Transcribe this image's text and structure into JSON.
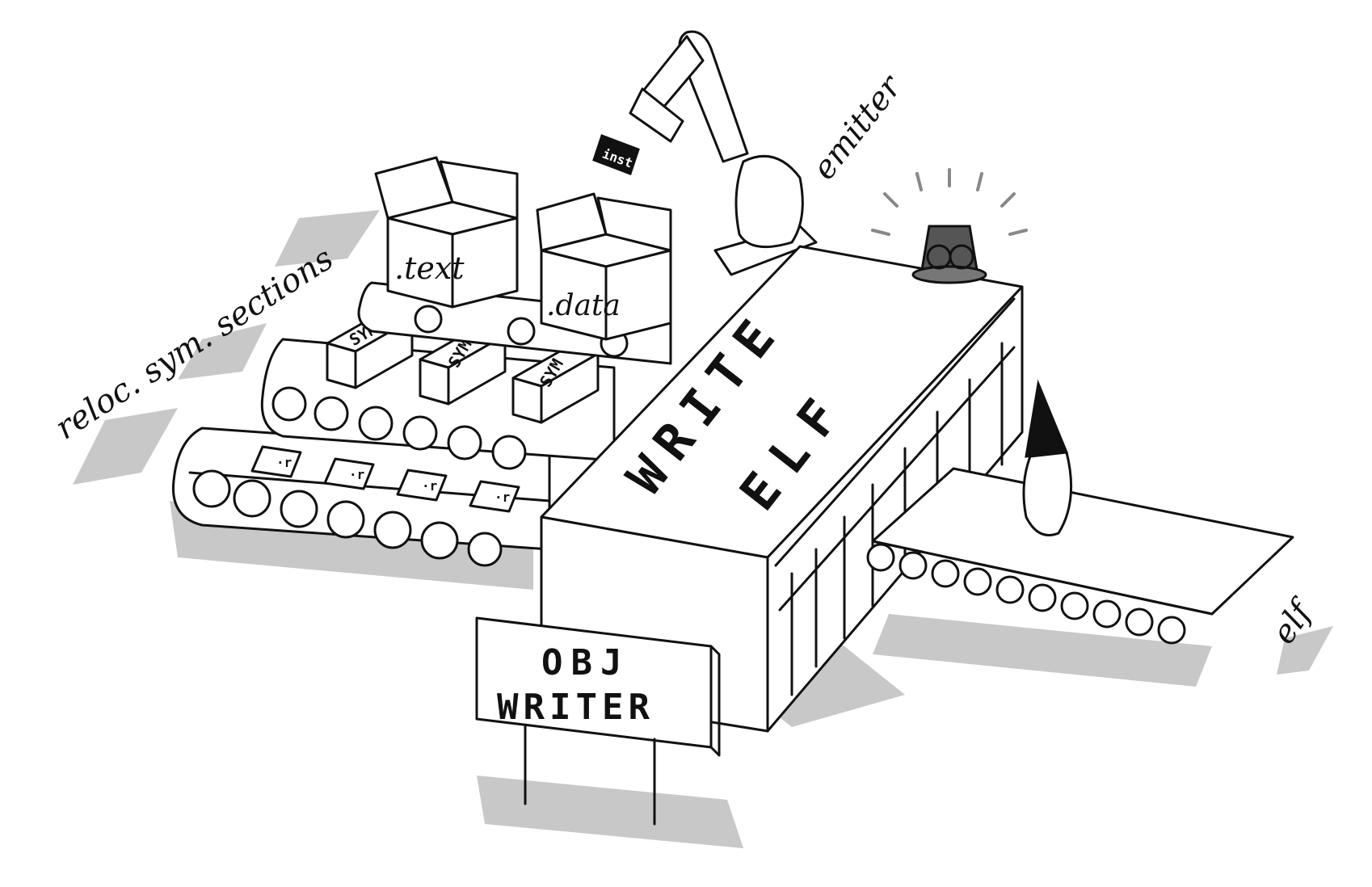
{
  "labels": {
    "inputs": "reloc. sym. sections",
    "emitter": "emitter",
    "output": "elf",
    "machine_line1": "WRITE",
    "machine_line2": "ELF",
    "sign_line1": "OBJ",
    "sign_line2": "WRITER",
    "box_text": ".text",
    "box_data": ".data",
    "sym": "SYM",
    "reloc": "·r",
    "robot_part": "inst"
  },
  "colors": {
    "ink": "#111111",
    "shadow": "#c8c8c8",
    "paper": "#ffffff",
    "beacon": "#555555"
  },
  "counts": {
    "sym_blocks": 3,
    "reloc_tiles": 4
  }
}
